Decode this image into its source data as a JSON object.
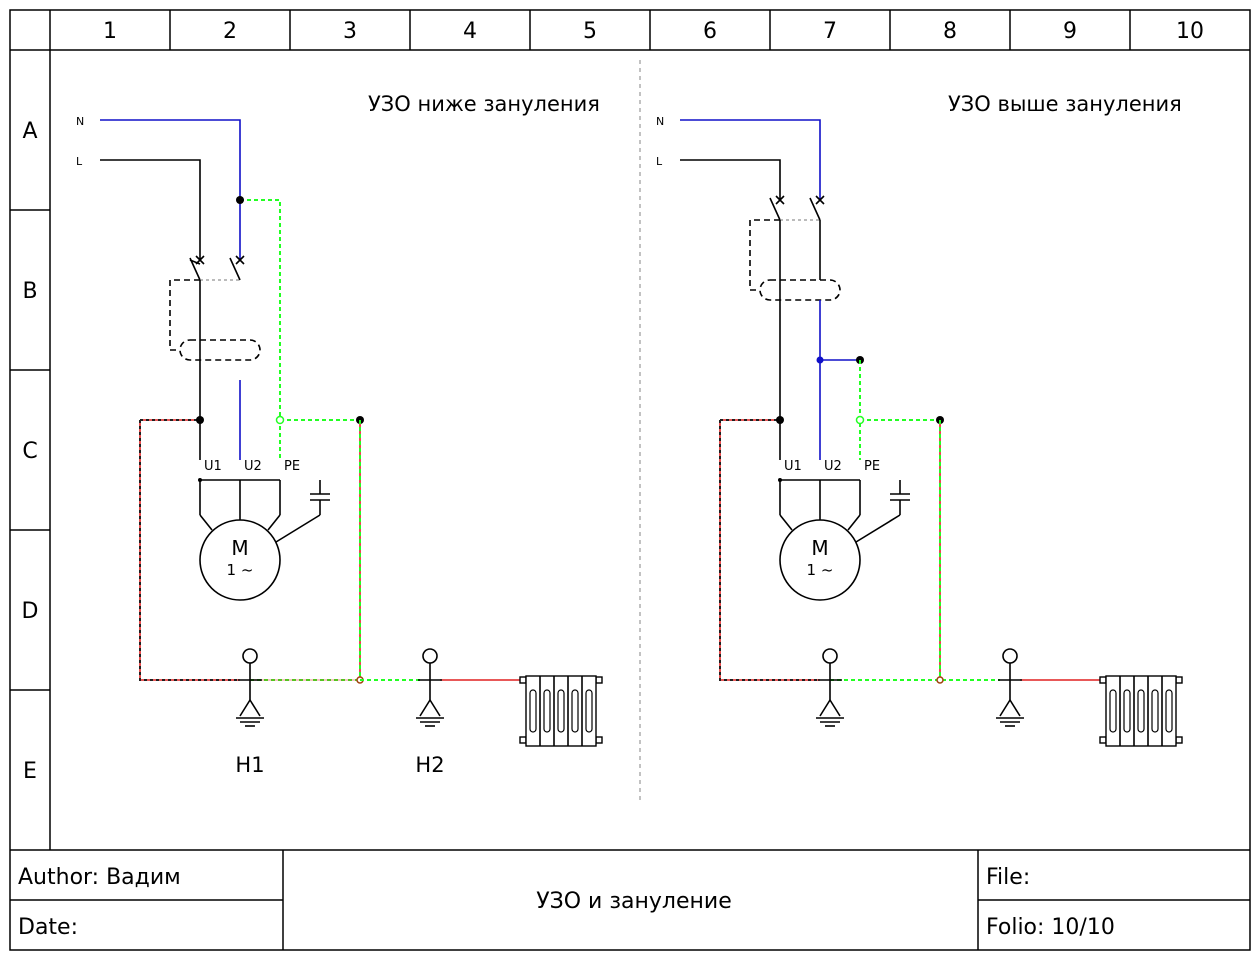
{
  "grid": {
    "columns": [
      "1",
      "2",
      "3",
      "4",
      "5",
      "6",
      "7",
      "8",
      "9",
      "10"
    ],
    "rows": [
      "A",
      "B",
      "C",
      "D",
      "E"
    ]
  },
  "left": {
    "title": "УЗО ниже зануления",
    "n": "N",
    "l": "L",
    "u1": "U1",
    "u2": "U2",
    "pe": "PE",
    "motor_m": "M",
    "motor_phase": "1 ~",
    "h1": "H1",
    "h2": "H2"
  },
  "right": {
    "title": "УЗО выше зануления",
    "n": "N",
    "l": "L",
    "u1": "U1",
    "u2": "U2",
    "pe": "PE",
    "motor_m": "M",
    "motor_phase": "1 ~"
  },
  "footer": {
    "author": "Author: Вадим",
    "date": "Date:",
    "title": "УЗО и зануление",
    "file": "File:",
    "folio": "Folio: 10/10"
  },
  "colors": {
    "neutral": "#1010c8",
    "phase": "#000000",
    "pe": "#22ff22",
    "fault": "#e02020"
  }
}
